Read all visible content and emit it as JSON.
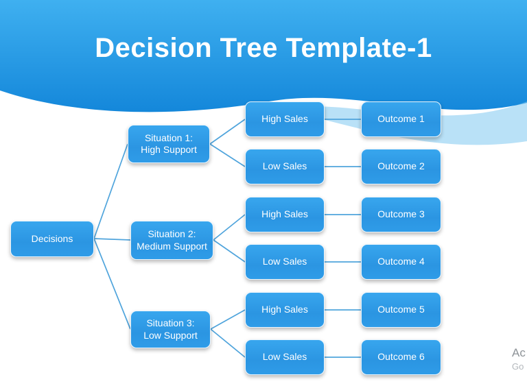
{
  "title": "Decision Tree Template-1",
  "colors": {
    "header_gradient_top": "#3fb0f0",
    "header_gradient_bottom": "#1487da",
    "node_fill": "#2f9ce8",
    "node_border": "#ffffff",
    "connector": "#4fa4dc",
    "node_text": "#ffffff"
  },
  "tree": {
    "root": {
      "label": "Decisions"
    },
    "situations": [
      {
        "label": "Situation 1: High Support"
      },
      {
        "label": "Situation 2: Medium Support"
      },
      {
        "label": "Situation 3: Low Support"
      }
    ],
    "branches": [
      {
        "sales": "High Sales",
        "outcome": "Outcome 1"
      },
      {
        "sales": "Low Sales",
        "outcome": "Outcome 2"
      },
      {
        "sales": "High Sales",
        "outcome": "Outcome 3"
      },
      {
        "sales": "Low Sales",
        "outcome": "Outcome 4"
      },
      {
        "sales": "High Sales",
        "outcome": "Outcome 5"
      },
      {
        "sales": "Low Sales",
        "outcome": "Outcome 6"
      }
    ]
  },
  "watermark": {
    "line1": "Ac",
    "line2": "Go"
  }
}
